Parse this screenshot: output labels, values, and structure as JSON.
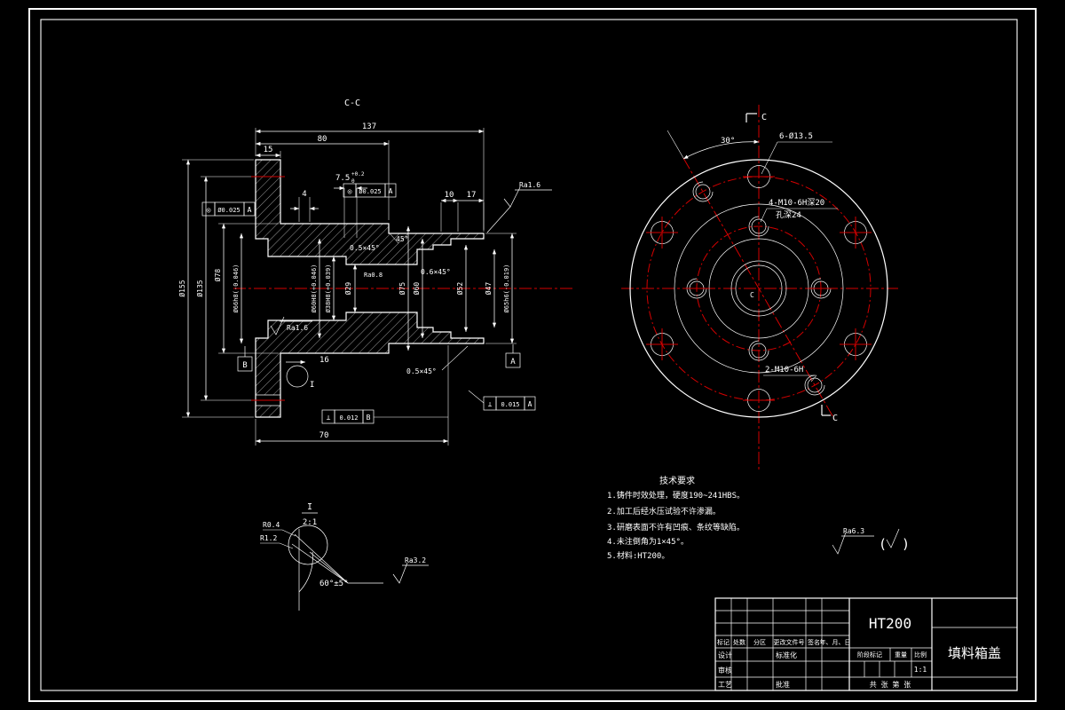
{
  "section_view": {
    "title": "C-C",
    "dims": {
      "overall": "137",
      "d80": "80",
      "d15": "15",
      "depth": "7.5",
      "depth_tol_up": "+0.2",
      "depth_tol_dn": "0",
      "d4": "4",
      "d10": "10",
      "d17": "17",
      "d16": "16",
      "d70": "70",
      "dia155": "Ø155",
      "dia135": "Ø135",
      "dia78": "Ø78",
      "dia66": "Ø66h8(-0.046)",
      "dia60h8": "Ø60H8(+0.046)",
      "dia38h8": "Ø38H8(+0.039)",
      "dia29": "Ø29",
      "dia75": "Ø75",
      "dia60": "Ø60",
      "dia52": "Ø52",
      "dia47": "Ø47",
      "dia65": "Ø65h6(-0.019)",
      "angle45": "45°",
      "chamfer_a": "0.5×45°",
      "chamfer_b": "0.6×45°",
      "chamfer_c": "0.5×45°",
      "ra_top": "Ra1.6",
      "ra_left": "Ra1.6",
      "ra_small": "Ra0.8"
    },
    "fcf_left": {
      "sym": "◎",
      "tol": "Ø0.025",
      "datum": "A"
    },
    "fcf_mid": {
      "sym": "◎",
      "tol": "Ø0.025",
      "datum": "A"
    },
    "fcf_bottom": {
      "sym": "⊥",
      "tol": "0.012",
      "datum": "B"
    },
    "fcf_right": {
      "sym": "⊥",
      "tol": "0.015",
      "datum": "A"
    },
    "datum_a": "A",
    "datum_b": "B",
    "detail_marker": "I"
  },
  "front_view": {
    "label_holes6": "6-Ø13.5",
    "label_angle": "30°",
    "label_holes4_l1": "4-M10-6H深20",
    "label_holes4_l2": "孔深24",
    "label_holes2": "2-M10-6H",
    "section_c_top": "C",
    "section_c_bottom": "C",
    "center_mark": "C"
  },
  "detail_view": {
    "label": "I",
    "scale": "2:1",
    "r1": "R0.4",
    "r2": "R1.2",
    "angle": "60°±5°",
    "ra": "Ra3.2"
  },
  "tech_notes": {
    "title": "技术要求",
    "lines": [
      "1.铸件时效处理，硬度190~241HBS。",
      "2.加工后经水压试验不许渗漏。",
      "3.研磨表面不许有凹痕、条纹等缺陷。",
      "4.未注倒角为1×45°。",
      "5.材料:HT200。"
    ]
  },
  "general_finish": {
    "ra": "Ra6.3",
    "paren_l": "(",
    "paren_r": ")"
  },
  "title_block": {
    "material": "HT200",
    "part_name": "填料箱盖",
    "headers": [
      "标记",
      "处数",
      "分区",
      "更改文件号",
      "签名",
      "年、月、日"
    ],
    "row_design": "设计",
    "row_check": "审核",
    "row_process": "工艺",
    "std": "标准化",
    "approve": "批准",
    "stage": "阶段标记",
    "weight": "重量",
    "scale_lbl": "比例",
    "scale_val": "1:1",
    "sheets": "共  张  第  张"
  }
}
